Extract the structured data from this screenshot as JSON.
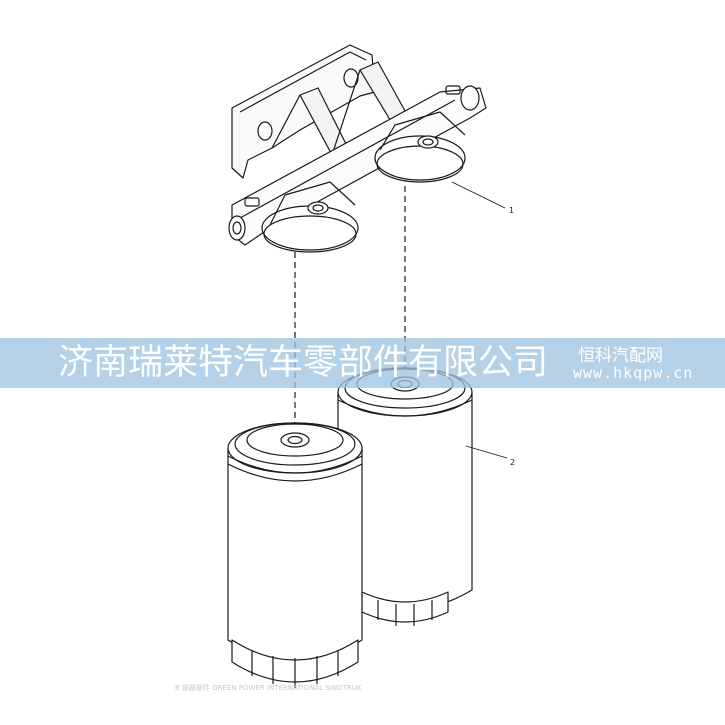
{
  "diagram": {
    "callouts": [
      {
        "id": "callout-1",
        "label": "1"
      },
      {
        "id": "callout-2",
        "label": "2"
      }
    ]
  },
  "watermark": {
    "company": "济南瑞莱特汽车零部件有限公司",
    "site_name": "恒科汽配网",
    "site_url": "www.hkqpw.cn"
  },
  "footer": {
    "note": "B 部部部件 GREEN POWER INTERNATIONAL SINOTRUK"
  }
}
